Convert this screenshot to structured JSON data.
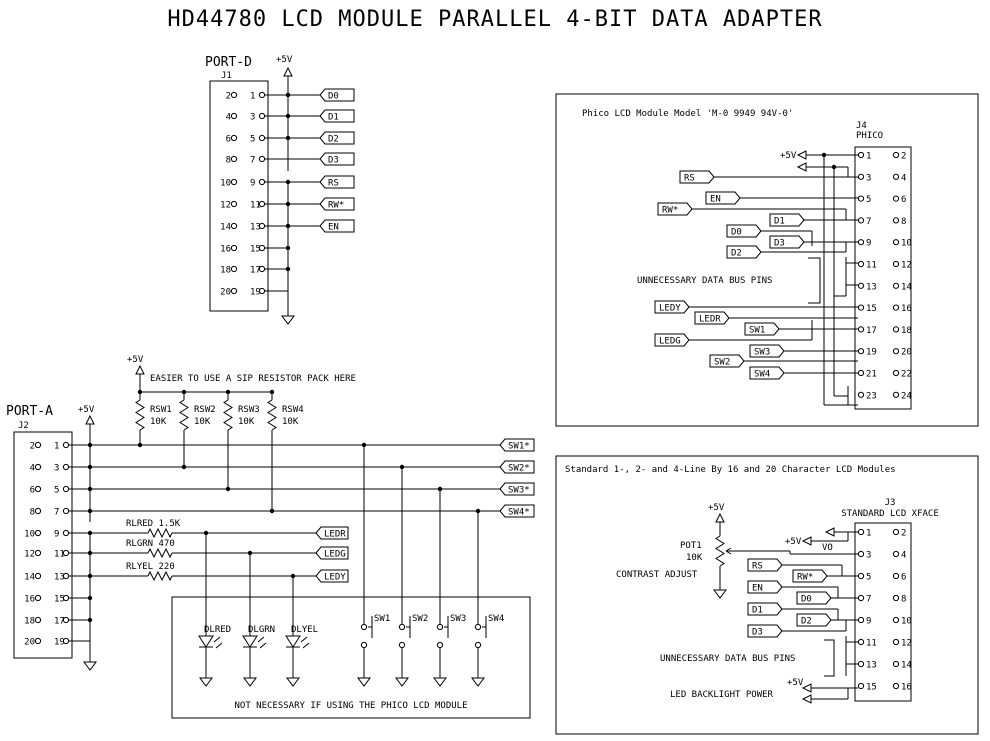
{
  "title": "HD44780 LCD MODULE PARALLEL 4-BIT DATA ADAPTER",
  "j1": {
    "port_label": "PORT-D",
    "refdes": "J1",
    "vcc_label": "+5V",
    "pins": [
      [
        "2",
        "1"
      ],
      [
        "4",
        "3"
      ],
      [
        "6",
        "5"
      ],
      [
        "8",
        "7"
      ],
      [
        "10",
        "9"
      ],
      [
        "12",
        "11"
      ],
      [
        "14",
        "13"
      ],
      [
        "16",
        "15"
      ],
      [
        "18",
        "17"
      ],
      [
        "20",
        "19"
      ]
    ],
    "signals": [
      "D0",
      "D1",
      "D2",
      "D3",
      "RS",
      "RW*",
      "EN"
    ]
  },
  "j2": {
    "port_label": "PORT-A",
    "refdes": "J2",
    "vcc_label": "+5V",
    "pins": [
      [
        "2",
        "1"
      ],
      [
        "4",
        "3"
      ],
      [
        "6",
        "5"
      ],
      [
        "8",
        "7"
      ],
      [
        "10",
        "9"
      ],
      [
        "12",
        "11"
      ],
      [
        "14",
        "13"
      ],
      [
        "16",
        "15"
      ],
      [
        "18",
        "17"
      ],
      [
        "20",
        "19"
      ]
    ],
    "signals": [
      "SW1*",
      "SW2*",
      "SW3*",
      "SW4*",
      "LEDR",
      "LEDG",
      "LEDY"
    ]
  },
  "rsw": {
    "vcc_label": "+5V",
    "note": "EASIER TO USE A SIP RESISTOR PACK HERE",
    "resistors": [
      [
        "RSW1",
        "10K"
      ],
      [
        "RSW2",
        "10K"
      ],
      [
        "RSW3",
        "10K"
      ],
      [
        "RSW4",
        "10K"
      ]
    ]
  },
  "led_resistors": [
    [
      "RLRED",
      "1.5K"
    ],
    [
      "RLGRN",
      "470"
    ],
    [
      "RLYEL",
      "220"
    ]
  ],
  "leds": [
    "DLRED",
    "DLGRN",
    "DLYEL"
  ],
  "switches": [
    "SW1",
    "SW2",
    "SW3",
    "SW4"
  ],
  "optional_note": "NOT NECESSARY IF USING THE PHICO LCD MODULE",
  "j4": {
    "caption": "Phico LCD Module Model 'M-0 9949 94V-0'",
    "refdes": "J4",
    "partname": "PHICO",
    "vcc_label": "+5V",
    "bus_label": "UNNECESSARY DATA BUS PINS",
    "pins": [
      [
        "1",
        "2"
      ],
      [
        "3",
        "4"
      ],
      [
        "5",
        "6"
      ],
      [
        "7",
        "8"
      ],
      [
        "9",
        "10"
      ],
      [
        "11",
        "12"
      ],
      [
        "13",
        "14"
      ],
      [
        "15",
        "16"
      ],
      [
        "17",
        "18"
      ],
      [
        "19",
        "20"
      ],
      [
        "21",
        "22"
      ],
      [
        "23",
        "24"
      ]
    ],
    "signals": [
      "RS",
      "EN",
      "RW*",
      "D1",
      "D0",
      "D3",
      "D2",
      "LEDY",
      "LEDR",
      "SW1",
      "LEDG",
      "SW3",
      "SW2",
      "SW4"
    ]
  },
  "j3": {
    "caption": "Standard 1-, 2- and 4-Line By 16 and 20 Character LCD Modules",
    "refdes": "J3",
    "partname": "STANDARD LCD XFACE",
    "vcc_label": "+5V",
    "pot_vcc_label": "+5V",
    "pot_name": "POT1",
    "pot_value": "10K",
    "pot_desc": "CONTRAST ADJUST",
    "vo_label": "VO",
    "bus_label": "UNNECESSARY DATA BUS PINS",
    "backlight_label": "LED BACKLIGHT POWER",
    "backlight_vcc": "+5V",
    "pins": [
      [
        "1",
        "2"
      ],
      [
        "3",
        "4"
      ],
      [
        "5",
        "6"
      ],
      [
        "7",
        "8"
      ],
      [
        "9",
        "10"
      ],
      [
        "11",
        "12"
      ],
      [
        "13",
        "14"
      ],
      [
        "15",
        "16"
      ]
    ],
    "signals": [
      "RS",
      "RW*",
      "EN",
      "D0",
      "D1",
      "D2",
      "D3"
    ]
  }
}
